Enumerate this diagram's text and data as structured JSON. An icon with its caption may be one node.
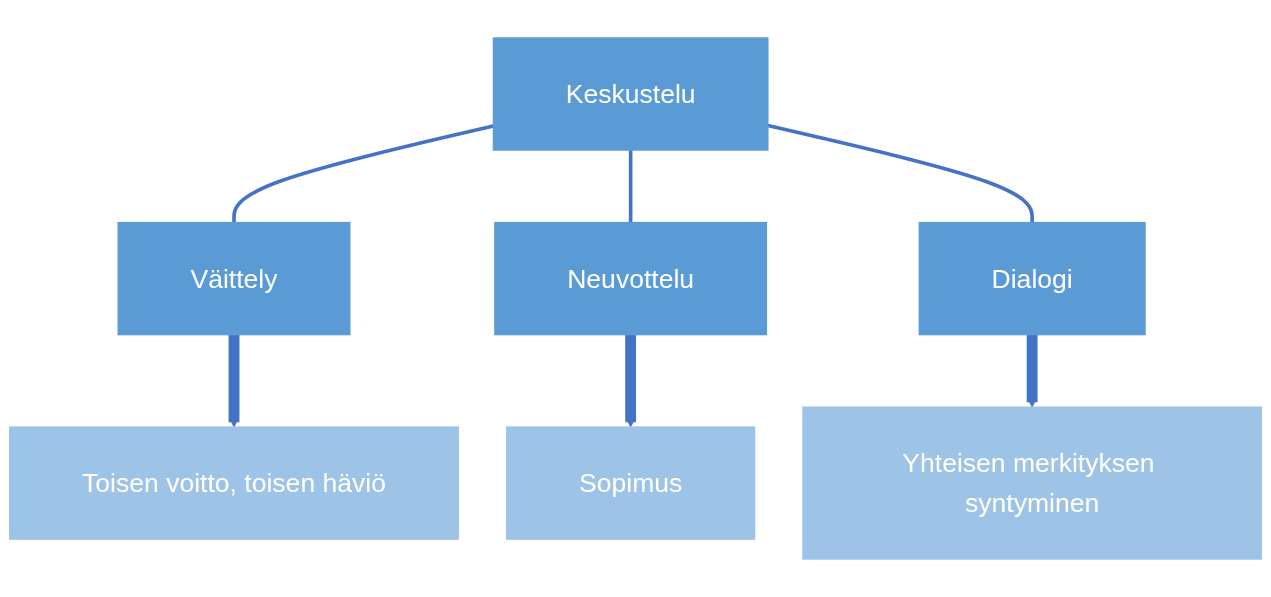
{
  "diagram": {
    "nodes": [
      {
        "text": [
          "Keskustelu"
        ]
      },
      {
        "text": [
          "Väittely"
        ]
      },
      {
        "text": [
          "Neuvottelu"
        ]
      },
      {
        "text": [
          "Dialogi"
        ]
      },
      {
        "text": [
          "Toisen voitto, toisen häviö"
        ]
      },
      {
        "text": [
          "Sopimus"
        ]
      },
      {
        "text": [
          "Yhteisen merkityksen syntyminen"
        ]
      }
    ],
    "edges": [
      {
        "from": 0,
        "to": 1,
        "arrow": "none"
      },
      {
        "from": 0,
        "to": 2,
        "arrow": "none"
      },
      {
        "from": 0,
        "to": 3,
        "arrow": "none"
      },
      {
        "from": 1,
        "to": 4,
        "arrow": "to",
        "style": "thick"
      },
      {
        "from": 2,
        "to": 5,
        "arrow": "to",
        "style": "thick"
      },
      {
        "from": 3,
        "to": 6,
        "arrow": "to",
        "style": "thick"
      }
    ]
  }
}
